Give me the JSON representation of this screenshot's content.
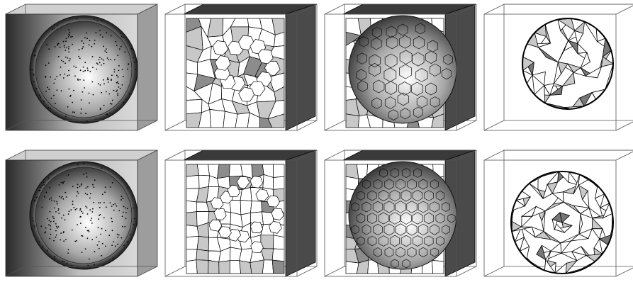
{
  "figure": {
    "description_visible_text": "",
    "rows": [
      {
        "id": "top",
        "panels": [
          {
            "kind": "sampled-sphere-in-cube",
            "sample_points": 180
          },
          {
            "kind": "voronoi-cells-cut",
            "regularity": "irregular"
          },
          {
            "kind": "voronoi-sphere-surface",
            "regularity": "irregular"
          },
          {
            "kind": "triangulated-sphere",
            "regularity": "irregular"
          }
        ]
      },
      {
        "id": "bottom",
        "panels": [
          {
            "kind": "sampled-sphere-in-cube",
            "sample_points": 180
          },
          {
            "kind": "voronoi-cells-cut",
            "regularity": "regular"
          },
          {
            "kind": "voronoi-sphere-surface",
            "regularity": "regular"
          },
          {
            "kind": "triangulated-sphere",
            "regularity": "regular"
          }
        ]
      }
    ],
    "colors": {
      "cube_gradient_dark": "#2a2a2a",
      "cube_gradient_light": "#d9d9d9",
      "sphere_light": "#ffffff",
      "sphere_dark": "#2b2b2b",
      "cell_light": "#ffffff",
      "cell_gray": "#c8c8c8",
      "cell_dark": "#4a4a4a",
      "edge": "#000000"
    }
  }
}
